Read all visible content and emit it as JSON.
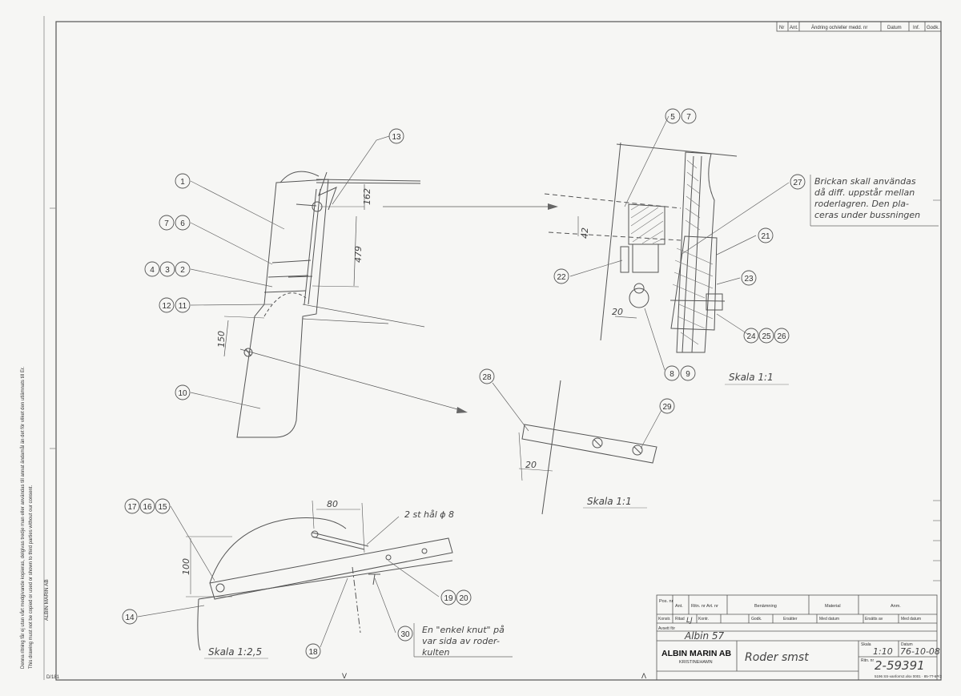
{
  "side_notice": {
    "swedish": "Denna ritning får ej utan vårt medgivande kopieras, delgivas tredje man eller användas till annat ändamål än det för vilket den utlämnats till Er.",
    "english": "This drawing must not be copied or used or shown to third parties without our consent.",
    "company": "ALBIN MARIN AB"
  },
  "revision_block": {
    "headers": [
      "Nr",
      "Ant.",
      "Ändring och/eller medd. nr",
      "Datum",
      "Inf.",
      "Godk."
    ]
  },
  "balloons": {
    "b1": "1",
    "b2": "2",
    "b3": "3",
    "b4": "4",
    "b5": "5",
    "b6": "6",
    "b7": "7",
    "b8": "8",
    "b9": "9",
    "b10": "10",
    "b11": "11",
    "b12": "12",
    "b13": "13",
    "b14": "14",
    "b15": "15",
    "b16": "16",
    "b17": "17",
    "b18": "18",
    "b19": "19",
    "b20": "20",
    "b21": "21",
    "b22": "22",
    "b23": "23",
    "b24": "24",
    "b25": "25",
    "b26": "26",
    "b27": "27",
    "b28": "28",
    "b29": "29",
    "b30": "30"
  },
  "dimensions": {
    "d162": "162",
    "d479": "479",
    "d150": "150",
    "d42": "42",
    "d20a": "20",
    "d20b": "20",
    "d80": "80",
    "d100": "100"
  },
  "notes": {
    "brickan_1": "Brickan skall användas",
    "brickan_2": "då diff. uppstår mellan",
    "brickan_3": "roderlagren. Den pla-",
    "brickan_4": "ceras under bussningen",
    "holes": "2 st hål ϕ 8",
    "knut_1": "En \"enkel knut\" på",
    "knut_2": "var sida av roder-",
    "knut_3": "kulten",
    "scale_1": "Skala 1:1",
    "scale_2": "Skala 1:1",
    "scale_3": "Skala 1:2,5"
  },
  "title_block": {
    "h_pos": "Pos. nr",
    "h_ant": "Ant.",
    "h_ritn": "Ritn. nr Art. nr",
    "h_benamning": "Benämning",
    "h_material": "Material",
    "h_anm": "Anm.",
    "konstr_label": "Konstr.",
    "ritad_label": "Ritad",
    "ritad_value": "LJ",
    "kontr_label": "Kontr.",
    "godk_label": "Godk.",
    "ersatter_label": "Ersätter",
    "med_datum_1": "Med datum",
    "ersatts_label": "Ersätts av",
    "med_datum_2": "Med datum",
    "avsett_label": "Avsett för",
    "avsett_value": "Albin 57",
    "company": "ALBIN MARIN AB",
    "city": "KRISTINEHAMN",
    "title": "Roder smst",
    "skala_label": "Skala",
    "skala_value": "1:10",
    "datum_label": "Datum",
    "datum_value": "76-10-08",
    "ritn_label": "Ritn. nr",
    "ritn_value": "2-59391",
    "footer": "5196  SS-vanform2.xlsx 0001 · 85-7T-6P/2"
  },
  "sheet_marks": {
    "left_code": "D/181",
    "arrow_1": "V",
    "arrow_2": "Λ"
  }
}
